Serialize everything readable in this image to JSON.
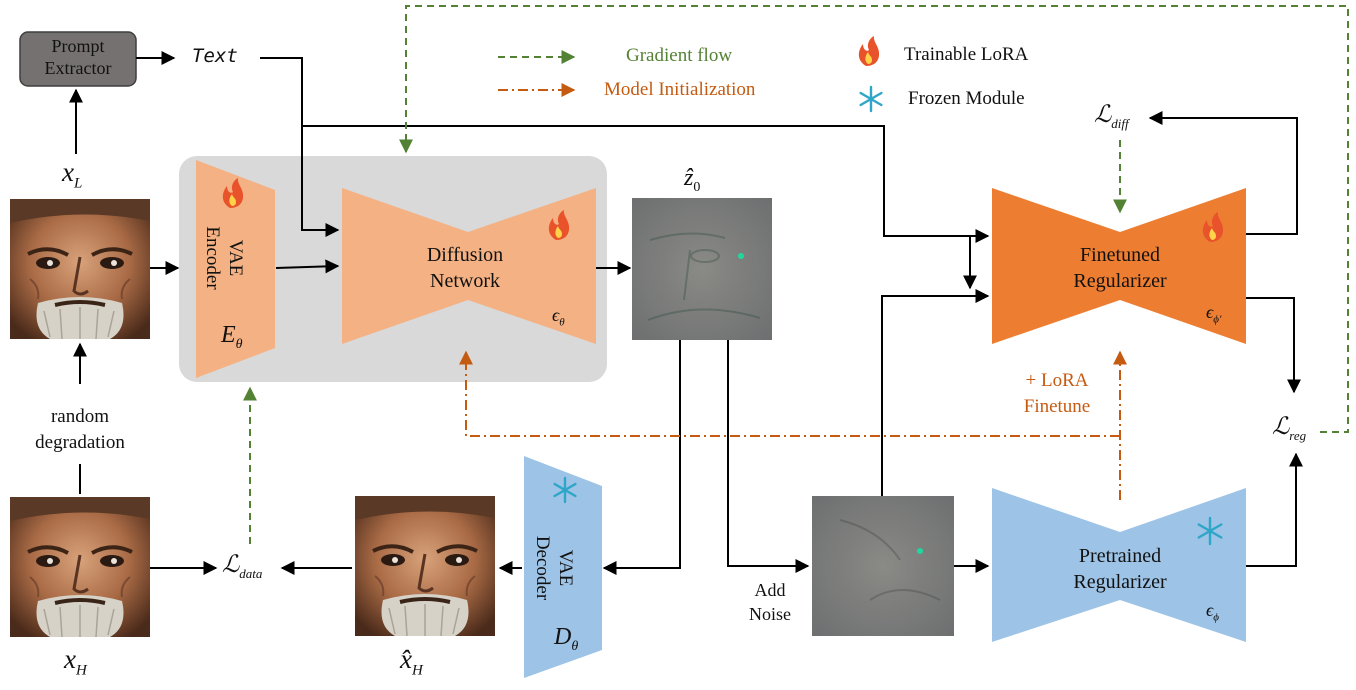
{
  "legend": {
    "gradient_flow": "Gradient flow",
    "model_init": "Model Initialization",
    "trainable": "Trainable LoRA",
    "frozen": "Frozen Module"
  },
  "prompt_extractor": {
    "line1": "Prompt",
    "line2": "Extractor"
  },
  "text_token": "Text",
  "x_L": {
    "main": "x",
    "sub": "L"
  },
  "x_H": {
    "main": "x",
    "sub": "H"
  },
  "x_hat_H": {
    "main": "x̂",
    "sub": "H"
  },
  "z_hat_0": {
    "main": "ẑ",
    "sub": "0"
  },
  "degradation": {
    "line1": "random",
    "line2": "degradation"
  },
  "vae_encoder": {
    "line1": "VAE",
    "line2": "Encoder",
    "sym": "E",
    "sub": "θ"
  },
  "vae_decoder": {
    "line1": "VAE",
    "line2": "Decoder",
    "sym": "D",
    "sub": "θ"
  },
  "diffusion": {
    "line1": "Diffusion",
    "line2": "Network",
    "sym": "ϵ",
    "sub": "θ"
  },
  "finetuned_reg": {
    "line1": "Finetuned",
    "line2": "Regularizer",
    "sym": "ϵ",
    "sub": "ϕ'"
  },
  "pretrained_reg": {
    "line1": "Pretrained",
    "line2": "Regularizer",
    "sym": "ϵ",
    "sub": "ϕ"
  },
  "add_noise": {
    "line1": "Add",
    "line2": "Noise"
  },
  "lora_finetune": {
    "line1": "+ LoRA",
    "line2": "Finetune"
  },
  "losses": {
    "diff": {
      "main": "ℒ",
      "sub": "diff"
    },
    "reg": {
      "main": "ℒ",
      "sub": "reg"
    },
    "data": {
      "main": "ℒ",
      "sub": "data"
    }
  },
  "colors": {
    "gradient_green": "#548235",
    "init_orange": "#C55A11",
    "encoder_fill": "#F4B183",
    "finetuned_fill": "#ED7D31",
    "frozen_fill": "#9DC3E6",
    "group_bg": "#D9D9D9",
    "extractor_fill": "#767171"
  },
  "icons": {
    "trainable": "fire-icon",
    "frozen": "snowflake-icon"
  }
}
